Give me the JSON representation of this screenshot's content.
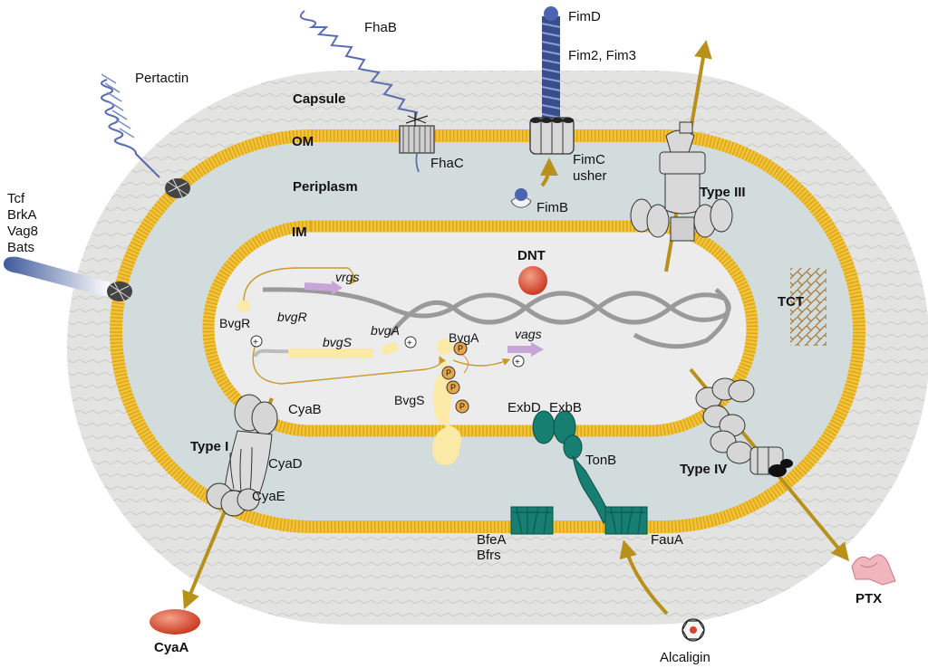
{
  "colors": {
    "capsule": "#e3e3e2",
    "membrane": "#f2c43a",
    "membrane_edge": "#d89e12",
    "periplasm": "#d2dcdd",
    "cytoplasm": "#ececec",
    "arrow": "#b8911c",
    "dna": "#9a9a9a",
    "bvg_protein": "#fbeaa6",
    "teal_protein": "#167f72",
    "fimbria": "#3a4d8c",
    "red_toxin": "#d9452c"
  },
  "regions": {
    "capsule": "Capsule",
    "om": "OM",
    "periplasm": "Periplasm",
    "im": "IM"
  },
  "labels": {
    "pertactin": "Pertactin",
    "fhab": "FhaB",
    "fhac": "FhaC",
    "fimd": "FimD",
    "fim23": "Fim2, Fim3",
    "fimc_line1": "FimC",
    "fimc_line2": "usher",
    "fimb": "FimB",
    "type3": "Type III",
    "tcf": "Tcf",
    "brka": "BrkA",
    "vag8": "Vag8",
    "bats": "Bats",
    "dnt": "DNT",
    "tct": "TCT",
    "vrgs": "vrgs",
    "bvgr_protein": "BvgR",
    "bvgr_gene": "bvgR",
    "bvgs_gene": "bvgS",
    "bvga_gene": "bvgA",
    "bvga_protein": "BvgA",
    "vags": "vags",
    "bvgs_protein": "BvgS",
    "p": "P",
    "plus": "+",
    "cyab": "CyaB",
    "type1": "Type I",
    "cyad": "CyaD",
    "cyae": "CyaE",
    "exbd": "ExbD",
    "exbb": "ExbB",
    "tonb": "TonB",
    "type4": "Type IV",
    "bfea": "BfeA",
    "bfrs": "Bfrs",
    "faua": "FauA",
    "cyaa": "CyaA",
    "ptx": "PTX",
    "alcaligin": "Alcaligin"
  }
}
